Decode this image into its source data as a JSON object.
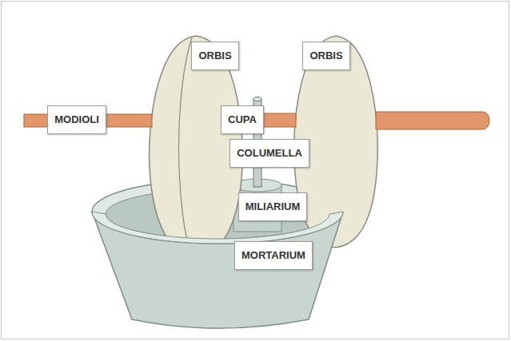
{
  "diagram": {
    "labels": [
      "MODIOLI",
      "ORBIS",
      "ORBIS",
      "CUPA",
      "COLUMELLA",
      "MILIARIUM",
      "MORTARIUM"
    ]
  }
}
